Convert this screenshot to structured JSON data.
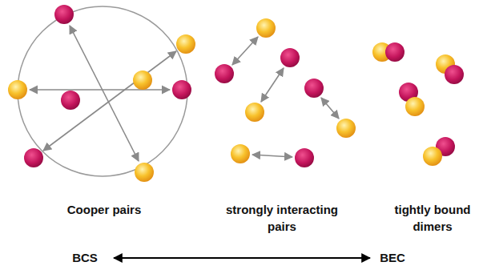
{
  "diagram": {
    "labels": [
      "Cooper pairs",
      "strongly interacting pairs",
      "tightly bound dimers",
      "BCS",
      "BEC"
    ]
  }
}
